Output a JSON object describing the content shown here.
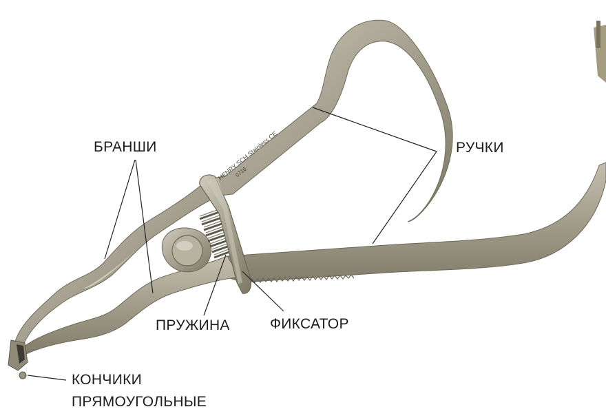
{
  "labels": {
    "jaws": "БРАНШИ",
    "handles": "РУЧКИ",
    "spring": "ПРУЖИНА",
    "lock": "ФИКСАТОР",
    "tips_line1": "КОНЧИКИ",
    "tips_line2": "ПРЯМОУГОЛЬНЫЕ"
  },
  "engraving": {
    "line1": "HENRY SCH  Stainless  CE",
    "line2": "0716"
  },
  "colors": {
    "metal": "#a7a291",
    "metal_light": "#c9c5b6",
    "metal_dark": "#77725f",
    "leader": "#222222",
    "text": "#1c1c1c"
  }
}
